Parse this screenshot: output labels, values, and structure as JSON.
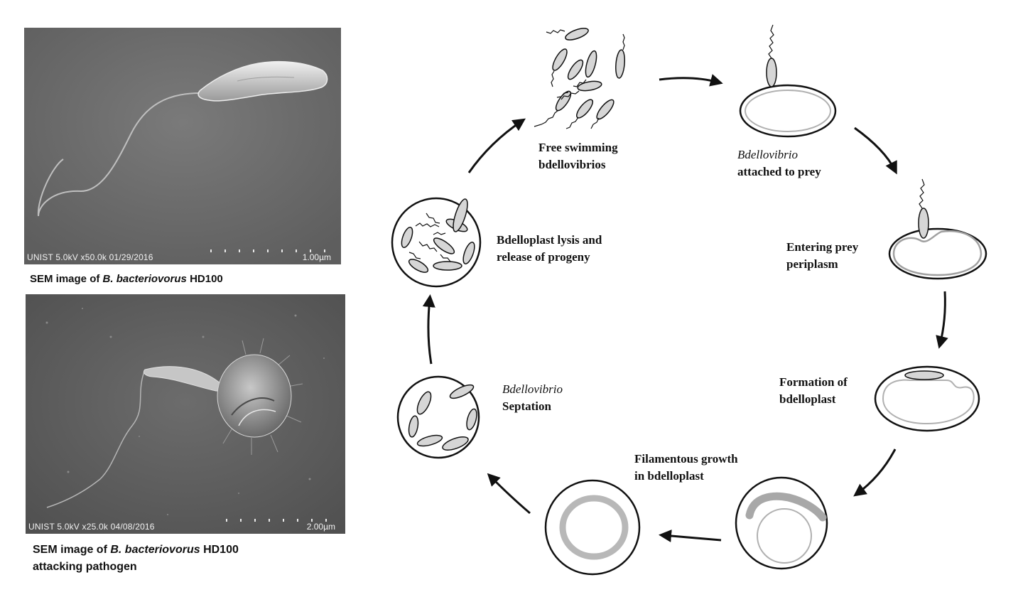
{
  "sem_images": [
    {
      "info": "UNIST 5.0kV x50.0k 01/29/2016",
      "scale": "1.00µm",
      "caption_prefix": "SEM image of ",
      "caption_species": "B. bacteriovorus",
      "caption_suffix": " HD100",
      "caption_line2": ""
    },
    {
      "info": "UNIST 5.0kV x25.0k 04/08/2016",
      "scale": "2.00µm",
      "caption_prefix": "SEM image of ",
      "caption_species": "B. bacteriovorus",
      "caption_suffix": " HD100",
      "caption_line2": "attacking pathogen"
    }
  ],
  "cycle": {
    "stages": [
      {
        "line1": "Free swimming",
        "line2": "bdellovibrios"
      },
      {
        "italic": "Bdellovibrio",
        "line2": "attached to prey"
      },
      {
        "line1": "Entering prey",
        "line2": "periplasm"
      },
      {
        "line1": "Formation of",
        "line2": "bdelloplast"
      },
      {
        "line1": "Filamentous growth",
        "line2": "in bdelloplast"
      },
      {
        "italic": "Bdellovibrio",
        "line2": "Septation"
      },
      {
        "line1": "Bdelloplast lysis and",
        "line2": "release of progeny"
      }
    ]
  },
  "colors": {
    "sem_bg": "#6e6e6e",
    "cell_fill": "#d6d6d6",
    "prey_inner": "#b0b0b0",
    "filament": "#b8b8b8",
    "ink": "#111111"
  }
}
